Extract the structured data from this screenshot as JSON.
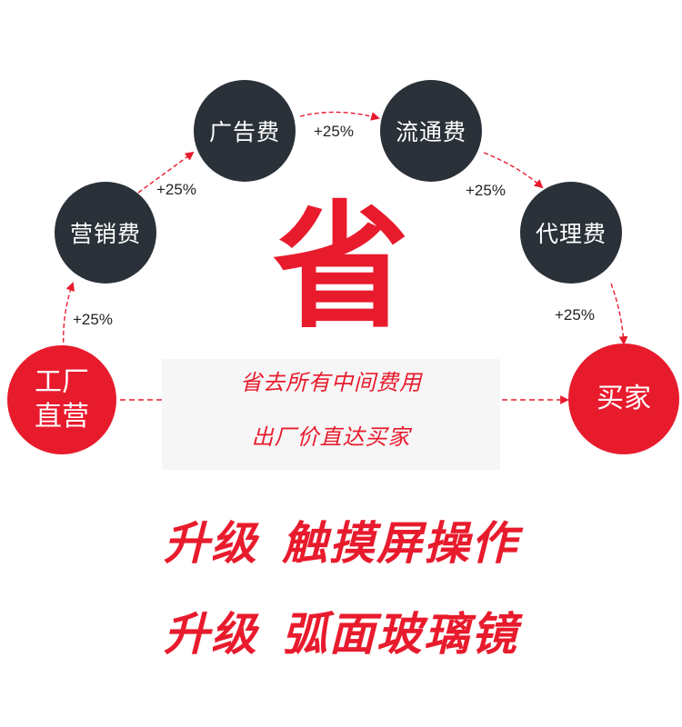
{
  "center_char": "省",
  "captions": {
    "line1": "省去所有中间费用",
    "line2": "出厂价直达买家"
  },
  "nodes": {
    "factory": [
      "工厂",
      "直营"
    ],
    "marketing": "营销费",
    "advertising": "广告费",
    "circulation": "流通费",
    "agency": "代理费",
    "buyer": "买家"
  },
  "increments": {
    "factory_to_marketing": "+25%",
    "marketing_to_advertising": "+25%",
    "advertising_to_circulation": "+25%",
    "circulation_to_agency": "+25%",
    "agency_to_buyer": "+25%"
  },
  "promos": [
    {
      "prefix": "升级",
      "feature": "触摸屏操作"
    },
    {
      "prefix": "升级",
      "feature": "弧面玻璃镜"
    }
  ],
  "colors": {
    "accent_red": "#e81b2d",
    "node_dark": "#2a3138",
    "text_dark": "#222222"
  }
}
